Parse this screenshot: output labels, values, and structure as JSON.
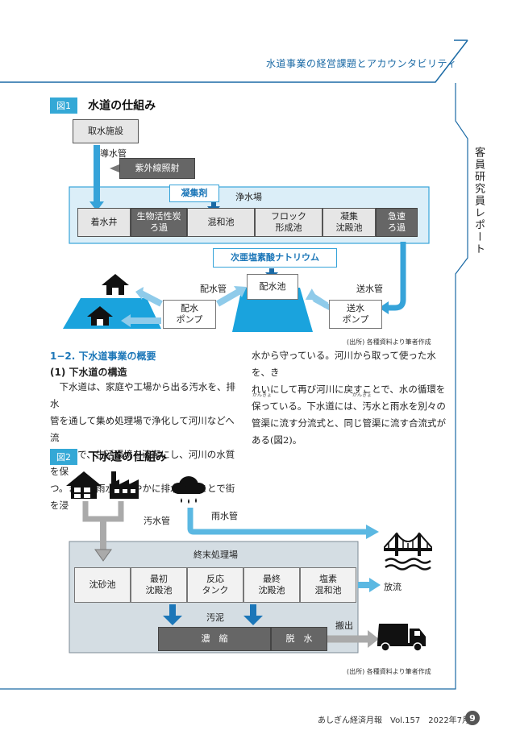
{
  "header": {
    "title": "水道事業の経営課題とアカウンタビリティ",
    "side_label": "客員研究員レポート"
  },
  "figure1": {
    "tag": "図1",
    "title": "水道の仕組み",
    "intake": "取水施設",
    "conduit": "導水管",
    "uv": "紫外線照射",
    "coagulant": "凝集剤",
    "plant": "浄水場",
    "stages": [
      "着水井",
      "生物活性炭\nろ過",
      "混和池",
      "フロック\n形成池",
      "凝集\n沈殿池",
      "急速\nろ過"
    ],
    "chlorine": "次亜塩素酸ナトリウム",
    "distribution_pipe": "配水管",
    "distribution_pond": "配水池",
    "transmission_pipe": "送水管",
    "dist_pump": "配水\nポンプ",
    "send_pump": "送水\nポンプ",
    "source": "(出所) 各種資料より筆者作成"
  },
  "article": {
    "section": "1−2. 下水道事業の概要",
    "subsection": "(1) 下水道の構造",
    "left_lines": [
      "　下水道は、家庭や工場から出る汚水を、排水",
      "管を通して集め処理場で浄化して河川などへ流",
      "すことで、生活環境を清潔にし、河川の水質を保",
      "つ。また、雨水を速やかに排水することで街を浸"
    ],
    "right_lines": [
      "水から守っている。河川から取って使った水を、き",
      "れいにして再び河川に戻すことで、水の循環を",
      "保っている。下水道には、汚水と雨水を別々の",
      "管渠に流す分流式と、同じ管渠に流す合流式が",
      "ある(図2)。"
    ],
    "ruby_kankyo": "かんきょ"
  },
  "figure2": {
    "tag": "図2",
    "title": "下水道の仕組み",
    "sewage_pipe": "汚水管",
    "rain_pipe": "雨水管",
    "plant": "終末処理場",
    "stages": [
      "沈砂池",
      "最初\n沈殿池",
      "反応\nタンク",
      "最終\n沈殿池",
      "塩素\n混和池"
    ],
    "discharge": "放流",
    "sludge": "汚泥",
    "thicken": "濃　縮",
    "dewater": "脱　水",
    "carry_out": "搬出",
    "source": "(出所) 各種資料より筆者作成"
  },
  "footer": {
    "text": "あしぎん経済月報　Vol.157　2022年7月号",
    "page": "9"
  },
  "colors": {
    "accent": "#34a8d6",
    "water": "#1aa3dd",
    "plant_bg": "#dbeef8",
    "sewer_bg": "#d4dde3"
  }
}
